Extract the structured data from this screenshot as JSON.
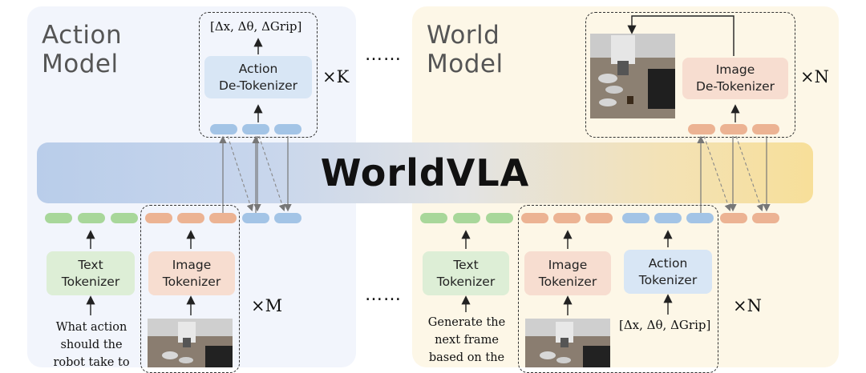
{
  "banner": {
    "title": "WorldVLA"
  },
  "action_model": {
    "title": "Action\nModel",
    "output_label": "[Δx, Δθ, ΔGrip]",
    "detokenizer": "Action\nDe-Tokenizer",
    "repeat_top": "×K",
    "repeat_bottom": "×M",
    "text_tokenizer": "Text\nTokenizer",
    "image_tokenizer": "Image\nTokenizer",
    "prompt": "What action\nshould the\nrobot take to"
  },
  "world_model": {
    "title": "World\nModel",
    "detokenizer": "Image\nDe-Tokenizer",
    "repeat_top": "×N",
    "repeat_bottom": "×N",
    "text_tokenizer": "Text\nTokenizer",
    "image_tokenizer": "Image\nTokenizer",
    "action_tokenizer": "Action\nTokenizer",
    "action_input_label": "[Δx, Δθ, ΔGrip]",
    "prompt": "Generate the\nnext frame\nbased on the"
  },
  "ellipsis": {
    "top": "……",
    "bottom": "……"
  },
  "colors": {
    "text_token": "#a8d79a",
    "image_token": "#ecb393",
    "action_token": "#a3c4e6",
    "banner_left": "#b9cdea",
    "banner_right": "#f7df99"
  }
}
